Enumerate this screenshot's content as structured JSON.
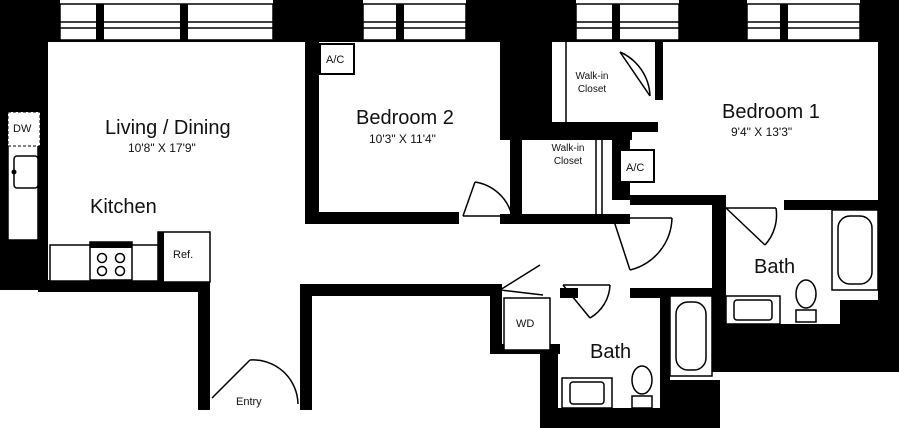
{
  "rooms": {
    "living": {
      "name": "Living / Dining",
      "dims": "10'8\" X 17'9\""
    },
    "kitchen": {
      "name": "Kitchen"
    },
    "bedroom2": {
      "name": "Bedroom  2",
      "dims": "10'3\" X 11'4\""
    },
    "bedroom1": {
      "name": "Bedroom 1",
      "dims": "9'4\" X 13'3\""
    },
    "bath_left": {
      "name": "Bath"
    },
    "bath_right": {
      "name": "Bath"
    }
  },
  "fixtures": {
    "dw": "DW",
    "ref": "Ref.",
    "wd": "WD",
    "ac_top": "A/C",
    "ac_mid": "A/C",
    "closet_b1": "Walk-in Closet",
    "closet_b2": "Walk-in Closet",
    "entry": "Entry"
  }
}
